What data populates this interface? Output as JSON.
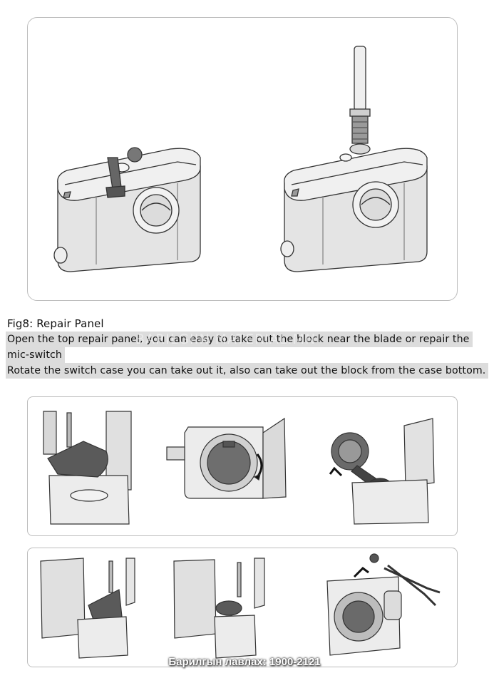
{
  "figure": {
    "title": "Fig8: Repair Panel",
    "lines": [
      "Open the top repair panel, you can easy to take out the block near the blade or repair the",
      "mic-switch",
      "Rotate the switch case you can take out it, also can take out the block from the case bottom."
    ]
  },
  "watermark": "BARILGIIN MATERIAL.MN",
  "footer": "Барилгын  лавлах:  1900-2121",
  "colors": {
    "highlight": "#dcdcdc",
    "panel_border": "#bdbdbd",
    "device_fill": "#e6e6e6",
    "dark_part": "#555555"
  }
}
